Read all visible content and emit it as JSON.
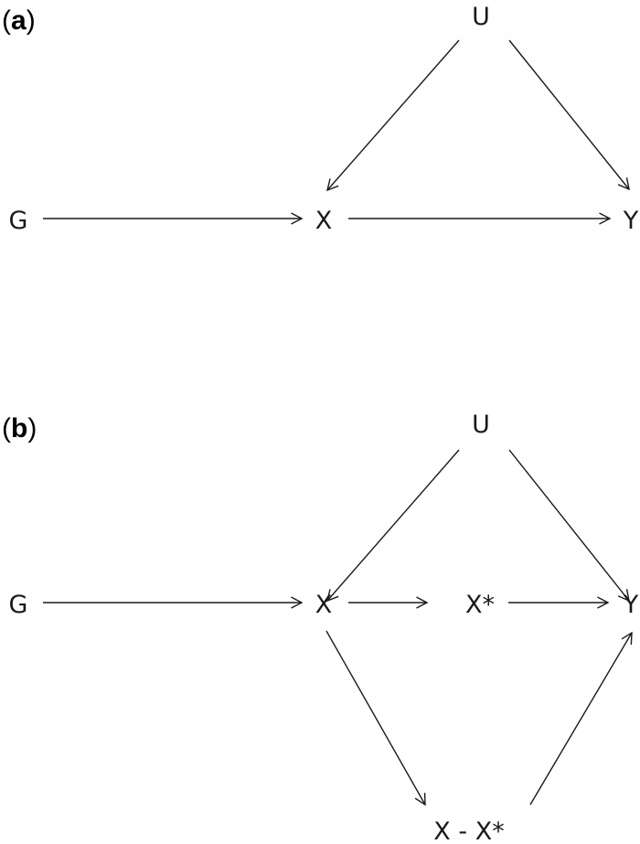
{
  "panels": [
    {
      "label_open": "(",
      "label_letter": "a",
      "label_close": ")",
      "nodes": [
        {
          "id": "U",
          "text": "U"
        },
        {
          "id": "G",
          "text": "G"
        },
        {
          "id": "X",
          "text": "X"
        },
        {
          "id": "Y",
          "text": "Y"
        }
      ],
      "edges": [
        {
          "from": "U",
          "to": "X"
        },
        {
          "from": "U",
          "to": "Y"
        },
        {
          "from": "G",
          "to": "X"
        },
        {
          "from": "X",
          "to": "Y"
        }
      ]
    },
    {
      "label_open": "(",
      "label_letter": "b",
      "label_close": ")",
      "nodes": [
        {
          "id": "U",
          "text": "U"
        },
        {
          "id": "G",
          "text": "G"
        },
        {
          "id": "X",
          "text": "X"
        },
        {
          "id": "Xstar",
          "text": "X*"
        },
        {
          "id": "Y",
          "text": "Y"
        },
        {
          "id": "XminusXstar",
          "text": "X - X*"
        }
      ],
      "edges": [
        {
          "from": "U",
          "to": "X"
        },
        {
          "from": "U",
          "to": "Y"
        },
        {
          "from": "G",
          "to": "X"
        },
        {
          "from": "X",
          "to": "Xstar"
        },
        {
          "from": "Xstar",
          "to": "Y"
        },
        {
          "from": "X",
          "to": "XminusXstar"
        },
        {
          "from": "XminusXstar",
          "to": "Y"
        }
      ]
    }
  ]
}
